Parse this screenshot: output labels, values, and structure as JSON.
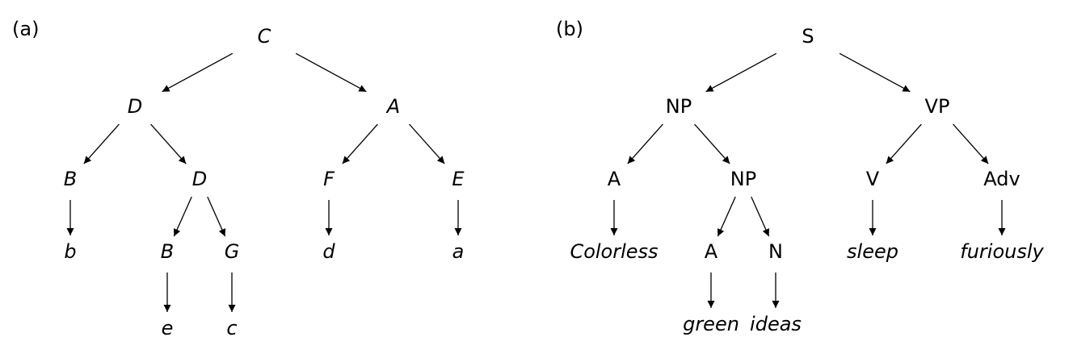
{
  "panel_a": {
    "label": "(a)",
    "nodes": [
      {
        "id": "C",
        "text": "C",
        "italic": true
      },
      {
        "id": "D1",
        "text": "D",
        "italic": true
      },
      {
        "id": "A1",
        "text": "A",
        "italic": true
      },
      {
        "id": "B1",
        "text": "B",
        "italic": true
      },
      {
        "id": "D2",
        "text": "D",
        "italic": true
      },
      {
        "id": "F",
        "text": "F",
        "italic": true
      },
      {
        "id": "E",
        "text": "E",
        "italic": true
      },
      {
        "id": "b",
        "text": "b",
        "italic": true
      },
      {
        "id": "B2",
        "text": "B",
        "italic": true
      },
      {
        "id": "G",
        "text": "G",
        "italic": true
      },
      {
        "id": "d",
        "text": "d",
        "italic": true
      },
      {
        "id": "a",
        "text": "a",
        "italic": true
      },
      {
        "id": "e",
        "text": "e",
        "italic": true
      },
      {
        "id": "c",
        "text": "c",
        "italic": true
      }
    ],
    "edges": [
      [
        "C",
        "D1"
      ],
      [
        "C",
        "A1"
      ],
      [
        "D1",
        "B1"
      ],
      [
        "D1",
        "D2"
      ],
      [
        "A1",
        "F"
      ],
      [
        "A1",
        "E"
      ],
      [
        "B1",
        "b"
      ],
      [
        "D2",
        "B2"
      ],
      [
        "D2",
        "G"
      ],
      [
        "F",
        "d"
      ],
      [
        "E",
        "a"
      ],
      [
        "B2",
        "e"
      ],
      [
        "G",
        "c"
      ]
    ]
  },
  "panel_b": {
    "label": "(b)",
    "nodes": [
      {
        "id": "S",
        "text": "S",
        "italic": false
      },
      {
        "id": "NP1",
        "text": "NP",
        "italic": false
      },
      {
        "id": "VP",
        "text": "VP",
        "italic": false
      },
      {
        "id": "A1",
        "text": "A",
        "italic": false
      },
      {
        "id": "NP2",
        "text": "NP",
        "italic": false
      },
      {
        "id": "V",
        "text": "V",
        "italic": false
      },
      {
        "id": "Adv",
        "text": "Adv",
        "italic": false
      },
      {
        "id": "w1",
        "text": "Colorless",
        "italic": true
      },
      {
        "id": "A2",
        "text": "A",
        "italic": false
      },
      {
        "id": "N",
        "text": "N",
        "italic": false
      },
      {
        "id": "w4",
        "text": "sleep",
        "italic": true
      },
      {
        "id": "w5",
        "text": "furiously",
        "italic": true
      },
      {
        "id": "w2",
        "text": "green",
        "italic": true
      },
      {
        "id": "w3",
        "text": "ideas",
        "italic": true
      }
    ],
    "edges": [
      [
        "S",
        "NP1"
      ],
      [
        "S",
        "VP"
      ],
      [
        "NP1",
        "A1"
      ],
      [
        "NP1",
        "NP2"
      ],
      [
        "VP",
        "V"
      ],
      [
        "VP",
        "Adv"
      ],
      [
        "A1",
        "w1"
      ],
      [
        "NP2",
        "A2"
      ],
      [
        "NP2",
        "N"
      ],
      [
        "V",
        "w4"
      ],
      [
        "Adv",
        "w5"
      ],
      [
        "A2",
        "w2"
      ],
      [
        "N",
        "w3"
      ]
    ]
  }
}
